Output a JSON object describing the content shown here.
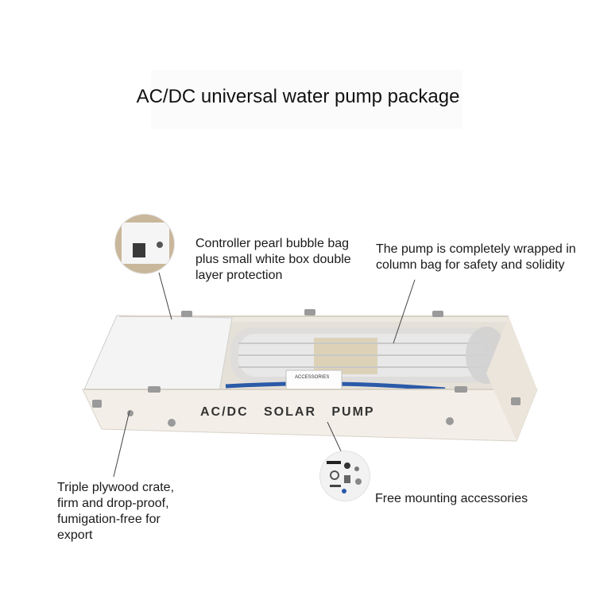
{
  "title": "AC/DC universal water pump package",
  "crate_text": "AC/DC   SOLAR   PUMP",
  "accessories_box_label": "ACCESSORIES",
  "annotations": {
    "controller": [
      "Controller pearl bubble bag",
      "plus small white box double",
      "layer protection"
    ],
    "pump": [
      "The pump is completely wrapped in",
      "column bag for safety and solidity"
    ],
    "crate": [
      "Triple plywood crate,",
      "firm and drop-proof,",
      "fumigation-free for",
      "export"
    ],
    "accessories": [
      "Free mounting accessories"
    ]
  }
}
